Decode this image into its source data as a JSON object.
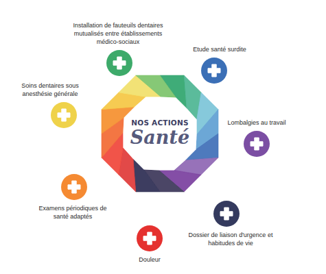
{
  "diagram": {
    "nodes": [
      {
        "text": [
          "NOS ACTIONS",
          "Santé"
        ]
      },
      {
        "text": [
          "Installation de fauteuils dentaires mutualisés entre établissements médico-sociaux"
        ]
      },
      {
        "text": [
          "Etude santé surdite"
        ]
      },
      {
        "text": [
          "Lombalgies au travail"
        ]
      },
      {
        "text": [
          "Dossier de liaison d'urgence et habitudes de vie"
        ]
      },
      {
        "text": [
          "Douleur"
        ]
      },
      {
        "text": [
          "Examens périodiques de santé adaptés"
        ]
      },
      {
        "text": [
          "Soins dentaires sous anesthésie générale"
        ]
      }
    ]
  }
}
